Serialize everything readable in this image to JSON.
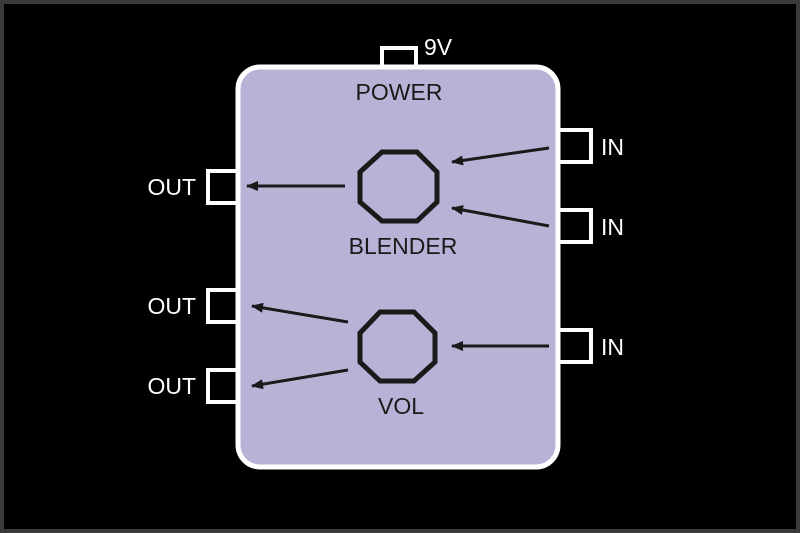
{
  "colors": {
    "background": "#000000",
    "frame": "#3a3a3a",
    "box_fill": "#b9b2d6",
    "outline": "#ffffff",
    "ink": "#1a1a1a",
    "label_white": "#ffffff"
  },
  "power": {
    "voltage": "9V",
    "label": "POWER"
  },
  "knobs": {
    "blender": {
      "label": "BLENDER"
    },
    "volume": {
      "label": "VOL"
    }
  },
  "jacks": {
    "in_1": "IN",
    "in_2": "IN",
    "in_3": "IN",
    "out_1": "OUT",
    "out_2": "OUT",
    "out_3": "OUT"
  }
}
